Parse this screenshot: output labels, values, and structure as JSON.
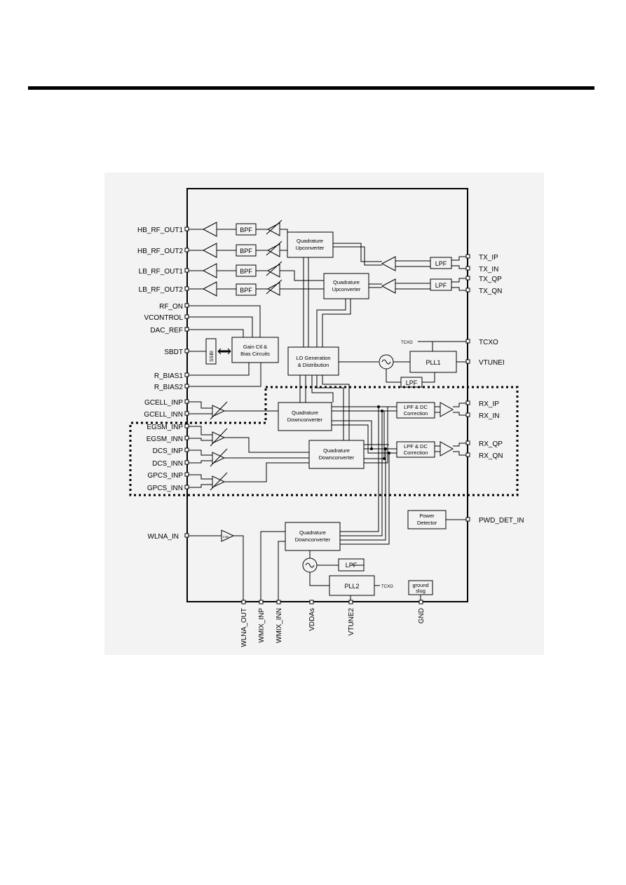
{
  "diagram": {
    "left_pins": [
      "HB_RF_OUT1",
      "HB_RF_OUT2",
      "LB_RF_OUT1",
      "LB_RF_OUT2",
      "RF_ON",
      "VCONTROL",
      "DAC_REF",
      "SBDT",
      "R_BIAS1",
      "R_BIAS2",
      "GCELL_INP",
      "GCELL_INN",
      "EGSM_INP",
      "EGSM_INN",
      "DCS_INP",
      "DCS_INN",
      "GPCS_INP",
      "GPCS_INN",
      "WLNA_IN"
    ],
    "right_pins": [
      "TX_IP",
      "TX_IN",
      "TX_QP",
      "TX_QN",
      "TCXO",
      "VTUNEI",
      "RX_IP",
      "RX_IN",
      "RX_QP",
      "RX_QN",
      "PWD_DET_IN"
    ],
    "bottom_pins": [
      "WLNA_OUT",
      "WMIX_INP",
      "WMIX_INN",
      "VDDAs",
      "VTUNE2",
      "GND"
    ],
    "blocks": {
      "bpf": "BPF",
      "quad_up_1": [
        "Quadrature",
        "Upconverter"
      ],
      "quad_up_2": [
        "Quadrature",
        "Upconverter"
      ],
      "lpf": "LPF",
      "ssbi": "SSBI",
      "gain_ctl": [
        "Gain Ctl &",
        "Bias Circuits"
      ],
      "lo_gen": [
        "LO Generation",
        "& Distribution"
      ],
      "pll1": "PLL1",
      "pll2": "PLL2",
      "tcxo_internal": "TCXO",
      "quad_down": [
        "Quadrature",
        "Downconverter"
      ],
      "lpf_dc": [
        "LPF & DC",
        "Correction"
      ],
      "power_det": [
        "Power",
        "Detector"
      ],
      "ground_slug": [
        "ground",
        "slug"
      ],
      "lna": "LNA"
    }
  }
}
